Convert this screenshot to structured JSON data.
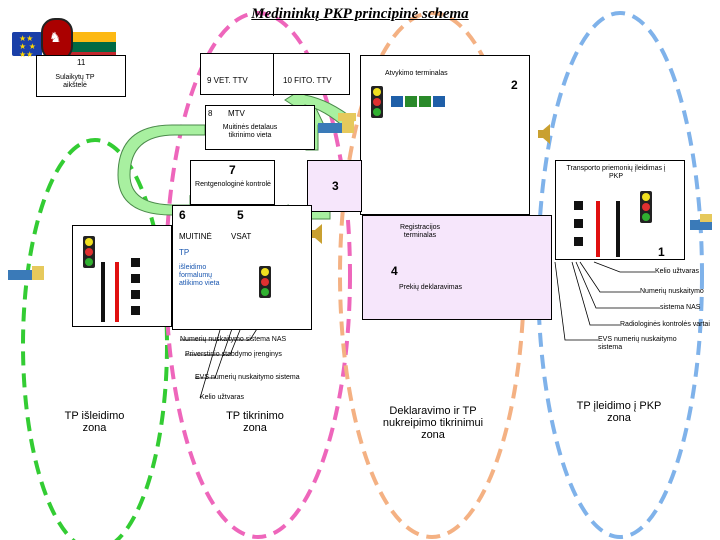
{
  "title": "Medininkų PKP principinė schema",
  "boxes": {
    "b11_num": "11",
    "b11_label": "Sulaikytų TP aikštelė",
    "vet": "9 VET. TTV",
    "fito": "10  FITO. TTV",
    "terminal_label": "Atvykimo terminalas",
    "terminal_num": "2",
    "mtv_num": "8",
    "mtv": "MTV",
    "customs_check": "Muitinės detalaus tikrinimo vieta",
    "xray_num": "7",
    "xray": "Rentgenologinė kontrolė",
    "n3": "3",
    "n6": "6",
    "n5": "5",
    "muitine": "MUITINĖ",
    "vsat": "VSAT",
    "tp": "TP",
    "release_place": "išleidimo formalumų atlikimo vieta",
    "registration": "Registracijos terminalas",
    "n4": "4",
    "declaration": "Prekių deklaravimas",
    "transport_entry": "Transporto priemonių įleidimas į PKP",
    "n1": "1"
  },
  "callouts": {
    "kelio_uzt_right": "Kelio užtvaras",
    "numeriu_right": "Numerių nuskaitymo",
    "nas_right": "sistema NAS",
    "radiologines": "Radiologinės kontrolės vartai",
    "evs_right": "EVS numerių nuskaitymo sistema",
    "numeriu_left": "Numerių nuskaitymo sistema NAS",
    "stabdymo": "Priverstinio stabdymo įrenginys",
    "evs_left": "EVS numerių nuskaitymo sistema",
    "kelio_uzt_left": "Kelio užtvaras"
  },
  "zones": {
    "release": "TP išleidimo zona",
    "inspection": "TP tikrinimo zona",
    "declaration": "Deklaravimo ir TP nukreipimo tikrinimui zona",
    "entry": "TP įleidimo į PKP zona"
  },
  "colors": {
    "green_zone": "#33cc33",
    "pink_zone": "#ee66bb",
    "orange_zone": "#f4b183",
    "blue_zone": "#7fb2ea",
    "arrow_green": "#a8f0a0",
    "lavender": "#f6e6fb"
  },
  "icons": [
    "eu-flag-icon",
    "lithuania-flag-icon",
    "coat-of-arms-icon",
    "speaker-icon",
    "truck-icon",
    "traffic-light-icon",
    "barrier-icon"
  ]
}
